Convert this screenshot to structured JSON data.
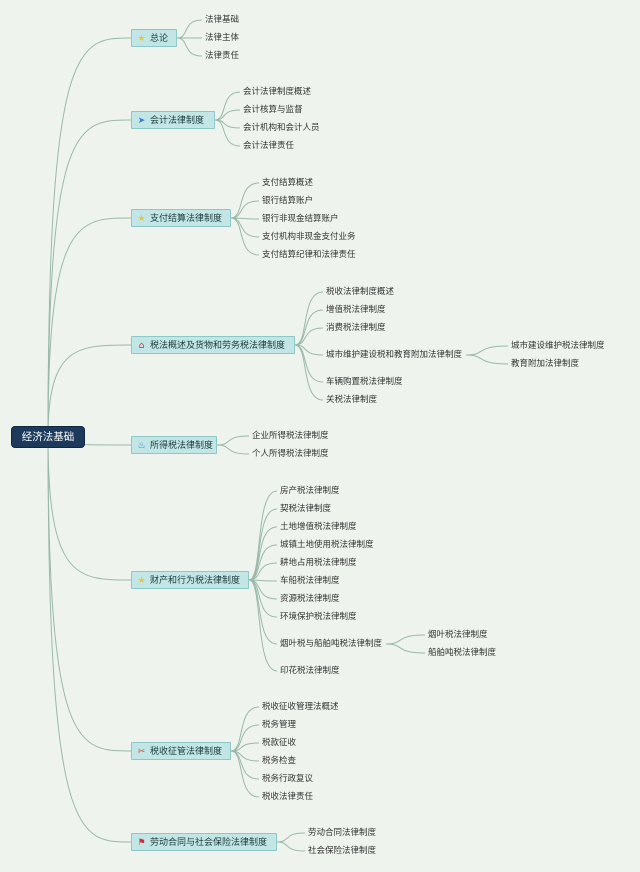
{
  "root": "经济法基础",
  "sections": [
    {
      "icon": "star-icon",
      "icon_color": "#e8c448",
      "label": "总论",
      "items": [
        {
          "label": "法律基础"
        },
        {
          "label": "法律主体"
        },
        {
          "label": "法律责任"
        }
      ]
    },
    {
      "icon": "paper-plane-icon",
      "icon_color": "#3a7bd5",
      "label": "会计法律制度",
      "items": [
        {
          "label": "会计法律制度概述"
        },
        {
          "label": "会计核算与监督"
        },
        {
          "label": "会计机构和会计人员"
        },
        {
          "label": "会计法律责任"
        }
      ]
    },
    {
      "icon": "star-icon",
      "icon_color": "#e8c448",
      "label": "支付结算法律制度",
      "items": [
        {
          "label": "支付结算概述"
        },
        {
          "label": "银行结算账户"
        },
        {
          "label": "银行非现金结算账户"
        },
        {
          "label": "支付机构非现金支付业务"
        },
        {
          "label": "支付结算纪律和法律责任"
        }
      ]
    },
    {
      "icon": "house-icon",
      "icon_color": "#c0392b",
      "label": "税法概述及货物和劳务税法律制度",
      "items": [
        {
          "label": "税收法律制度概述"
        },
        {
          "label": "增值税法律制度"
        },
        {
          "label": "消费税法律制度"
        },
        {
          "label": "城市维护建设税和教育附加法律制度",
          "children": [
            {
              "label": "城市建设维护税法律制度"
            },
            {
              "label": "教育附加法律制度"
            }
          ]
        },
        {
          "label": "车辆购置税法律制度"
        },
        {
          "label": "关税法律制度"
        }
      ]
    },
    {
      "icon": "flame-icon",
      "icon_color": "#2f7fd6",
      "label": "所得税法律制度",
      "items": [
        {
          "label": "企业所得税法律制度"
        },
        {
          "label": "个人所得税法律制度"
        }
      ]
    },
    {
      "icon": "star-icon",
      "icon_color": "#e8c448",
      "label": "财产和行为税法律制度",
      "items": [
        {
          "label": "房产税法律制度"
        },
        {
          "label": "契税法律制度"
        },
        {
          "label": "土地增值税法律制度"
        },
        {
          "label": "城镇土地使用税法律制度"
        },
        {
          "label": "耕地占用税法律制度"
        },
        {
          "label": "车船税法律制度"
        },
        {
          "label": "资源税法律制度"
        },
        {
          "label": "环境保护税法律制度"
        },
        {
          "label": "烟叶税与船舶吨税法律制度",
          "children": [
            {
              "label": "烟叶税法律制度"
            },
            {
              "label": "船舶吨税法律制度"
            }
          ]
        },
        {
          "label": "印花税法律制度"
        }
      ]
    },
    {
      "icon": "tools-icon",
      "icon_color": "#d0493a",
      "label": "税收征管法律制度",
      "items": [
        {
          "label": "税收征收管理法概述"
        },
        {
          "label": "税务管理"
        },
        {
          "label": "税款征收"
        },
        {
          "label": "税务检查"
        },
        {
          "label": "税务行政复议"
        },
        {
          "label": "税收法律责任"
        }
      ]
    },
    {
      "icon": "flag-icon",
      "icon_color": "#d62c2c",
      "label": "劳动合同与社会保险法律制度",
      "items": [
        {
          "label": "劳动合同法律制度"
        },
        {
          "label": "社会保险法律制度"
        }
      ]
    }
  ]
}
